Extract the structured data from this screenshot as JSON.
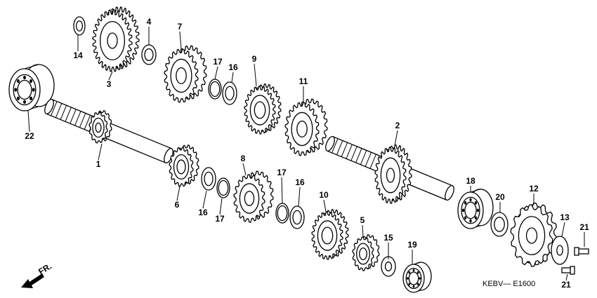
{
  "diagram": {
    "code": "KEBV— E1600",
    "direction": "FR.",
    "labels": [
      {
        "id": "p1",
        "text": "1"
      },
      {
        "id": "p2",
        "text": "2"
      },
      {
        "id": "p3",
        "text": "3"
      },
      {
        "id": "p4",
        "text": "4"
      },
      {
        "id": "p5",
        "text": "5"
      },
      {
        "id": "p6",
        "text": "6"
      },
      {
        "id": "p7",
        "text": "7"
      },
      {
        "id": "p8",
        "text": "8"
      },
      {
        "id": "p9",
        "text": "9"
      },
      {
        "id": "p10",
        "text": "10"
      },
      {
        "id": "p11",
        "text": "11"
      },
      {
        "id": "p12",
        "text": "12"
      },
      {
        "id": "p13",
        "text": "13"
      },
      {
        "id": "p14",
        "text": "14"
      },
      {
        "id": "p15",
        "text": "15"
      },
      {
        "id": "p16a",
        "text": "16"
      },
      {
        "id": "p16b",
        "text": "16"
      },
      {
        "id": "p16c",
        "text": "16"
      },
      {
        "id": "p17a",
        "text": "17"
      },
      {
        "id": "p17b",
        "text": "17"
      },
      {
        "id": "p17c",
        "text": "17"
      },
      {
        "id": "p18",
        "text": "18"
      },
      {
        "id": "p19",
        "text": "19"
      },
      {
        "id": "p20",
        "text": "20"
      },
      {
        "id": "p21a",
        "text": "21"
      },
      {
        "id": "p21b",
        "text": "21"
      },
      {
        "id": "p22",
        "text": "22"
      }
    ]
  }
}
